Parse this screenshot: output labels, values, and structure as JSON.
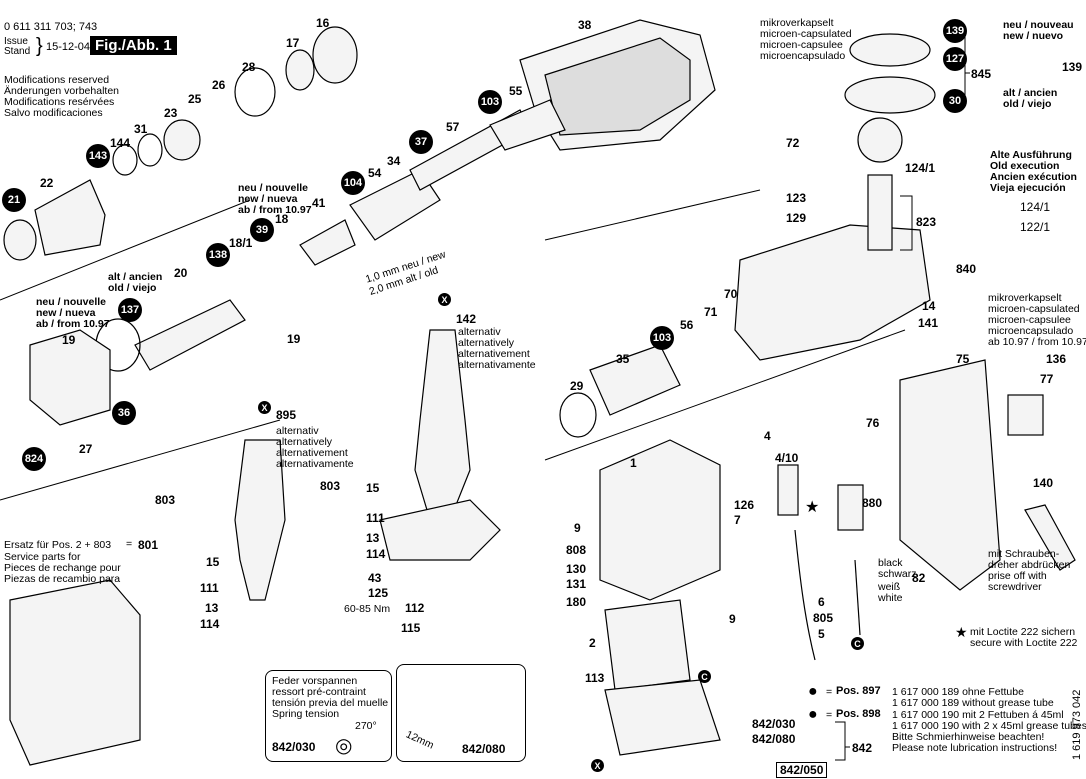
{
  "header": {
    "part_no": "0 611 311 703; 743",
    "issue": "Issue",
    "stand": "Stand",
    "date": "15-12-04",
    "fig": "Fig./Abb. 1"
  },
  "modifications": [
    "Modifications reserved",
    "Änderungen vorbehalten",
    "Modifications resérvées",
    "Salvo modificaciones"
  ],
  "micro_top": [
    "mikroverkapselt",
    "microen-capsulated",
    "microen-capsulee",
    "microencapsulado"
  ],
  "neu_nouveau": [
    "neu / nouveau",
    "new / nuevo"
  ],
  "alt_ancien": [
    "alt / ancien",
    "old / viejo"
  ],
  "old_exec": [
    "Alte Ausführung",
    "Old execution",
    "Ancien exécution",
    "Vieja ejecución"
  ],
  "micro_right": [
    "mikroverkapselt",
    "microen-capsulated",
    "microen-capsulee",
    "microencapsulado",
    "ab 10.97 / from 10.97"
  ],
  "neu_nouvelle_1": [
    "neu / nouvelle",
    "new / nueva",
    "ab / from 10.97"
  ],
  "neu_nouvelle_2": [
    "neu / nouvelle",
    "new / nueva",
    "ab / from 10.97"
  ],
  "alt_ancien_2": [
    "alt / ancien",
    "old / viejo"
  ],
  "mm_note": [
    "1,0 mm neu / new",
    "2,0 mm alt / old"
  ],
  "alternativ_1": [
    "alternativ",
    "alternatively",
    "alternativement",
    "alternativamente"
  ],
  "alternativ_2": [
    "alternativ",
    "alternatively",
    "alternativement",
    "alternativamente"
  ],
  "torque": "60-85 Nm",
  "ersatz": [
    "Ersatz für Pos. 2 + 803",
    "Service parts for",
    "Pieces de rechange pour",
    "Piezas de recambio para"
  ],
  "ersatz_num": "801",
  "ersatz_eq": "=",
  "spring": [
    "Feder vorspannen",
    "ressort pré-contraint",
    "tensión previa del muelle",
    "Spring tension"
  ],
  "spring_angle": "270°",
  "spring_part": "842/030",
  "mm12": "12mm",
  "pliers_part": "842/080",
  "wire_colors": [
    "black",
    "schwarz",
    "weiß",
    "white"
  ],
  "screwdriver": [
    "mit Schrauben-",
    "dreher abdrücken",
    "prise off with",
    "screwdriver"
  ],
  "loctite": [
    "mit Loctite 222 sichern",
    "secure with Loctite 222"
  ],
  "grease": {
    "pos897": "Pos. 897",
    "pos898": "Pos. 898",
    "eq": "=",
    "lines897": [
      "1 617 000 189 ohne Fettube",
      "1 617 000 189 without grease tube"
    ],
    "lines898": [
      "1 617 000 190 mit 2 Fettuben á 45ml",
      "1 617 000 190 with 2 x 45ml grease tubes",
      "Bitte Schmierhinweise beachten!",
      "Please note lubrication instructions!"
    ]
  },
  "doc_number": "1 619 973 042",
  "black_markers": [
    "139",
    "127",
    "30",
    "103",
    "37",
    "104",
    "143",
    "21",
    "39",
    "138",
    "137",
    "36",
    "824",
    "103"
  ],
  "small_markers": {
    "x": "X",
    "c": "C"
  },
  "labels": [
    "16",
    "17",
    "28",
    "26",
    "25",
    "23",
    "31",
    "144",
    "22",
    "38",
    "55",
    "57",
    "34",
    "54",
    "18",
    "18/1",
    "41",
    "20",
    "19",
    "19",
    "27",
    "142",
    "895",
    "803",
    "803",
    "15",
    "111",
    "13",
    "114",
    "43",
    "125",
    "112",
    "115",
    "15",
    "111",
    "13",
    "114",
    "1",
    "9",
    "808",
    "130",
    "131",
    "180",
    "126",
    "7",
    "9",
    "2",
    "113",
    "4",
    "4/10",
    "6",
    "805",
    "5",
    "880",
    "76",
    "75",
    "77",
    "136",
    "140",
    "82",
    "72",
    "124/1",
    "123",
    "129",
    "823",
    "840",
    "14",
    "141",
    "71",
    "70",
    "56",
    "35",
    "29",
    "845",
    "139",
    "124/1",
    "122/1",
    "842",
    "842/030",
    "842/080",
    "842/050"
  ]
}
